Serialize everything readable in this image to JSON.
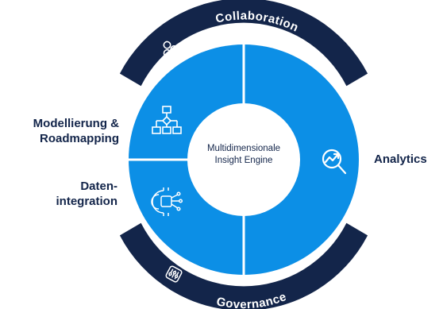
{
  "diagram": {
    "center": {
      "line1": "Multidimensionale",
      "line2": "Insight Engine"
    },
    "top_band": {
      "label": "Collaboration",
      "icon": "collaboration-icon"
    },
    "bottom_band": {
      "label": "Governance",
      "icon": "governance-icon"
    },
    "segments": {
      "modelling": {
        "line1": "Modellierung &",
        "line2": "Roadmapping",
        "icon": "flowchart-icon"
      },
      "data": {
        "line1": "Daten-",
        "line2": "integration",
        "icon": "chip-icon"
      },
      "analytics": {
        "label": "Analytics",
        "icon": "analytics-magnifier-icon"
      }
    },
    "colors": {
      "ring_blue": "#0c8fe6",
      "band_navy": "#13254a",
      "text_navy": "#13254a",
      "background": "#ffffff"
    }
  }
}
